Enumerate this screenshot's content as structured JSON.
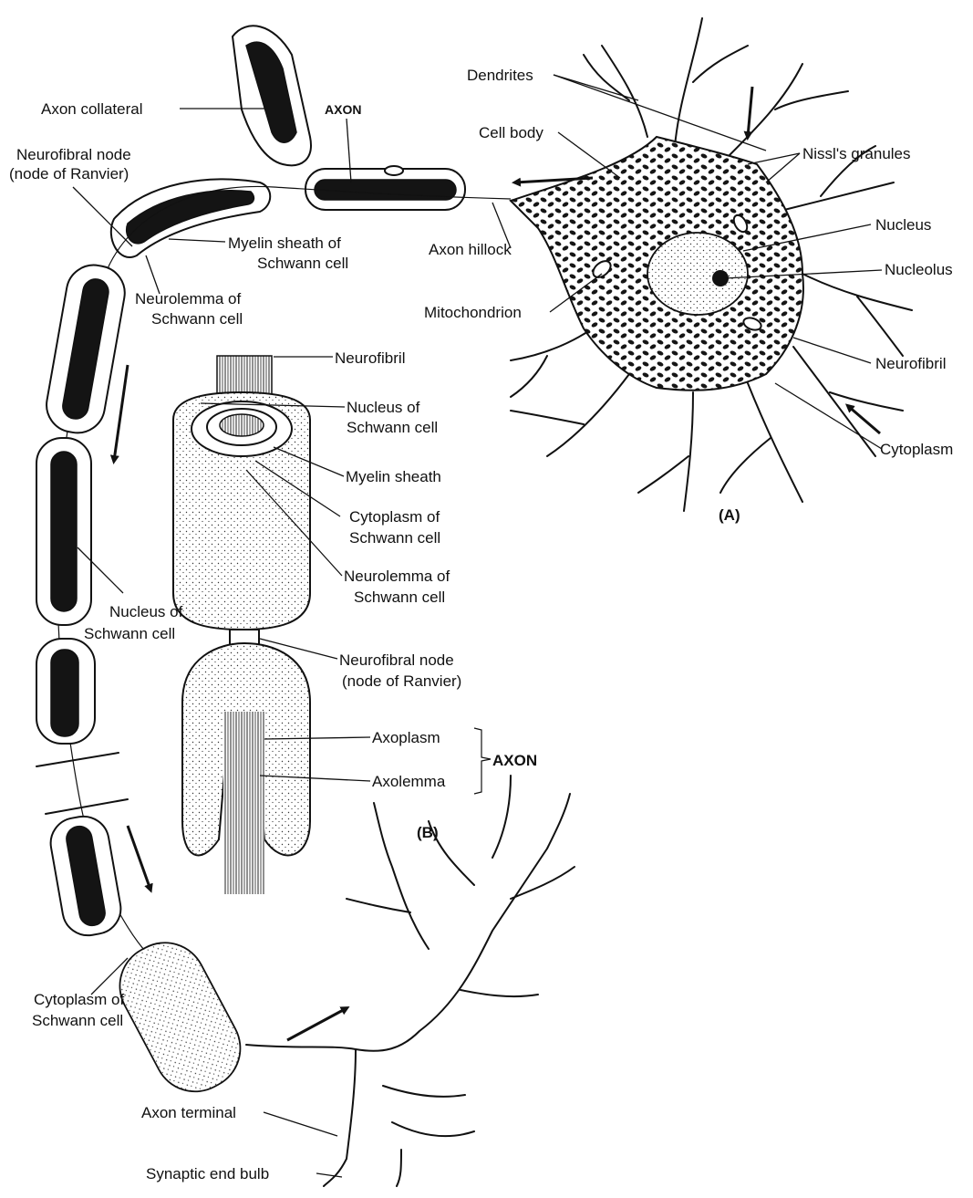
{
  "labels": {
    "dendrites": "Dendrites",
    "axon_collateral": "Axon collateral",
    "axon_top": "AXON",
    "cell_body": "Cell body",
    "nissls_granules": "Nissl's  granules",
    "neurofibral_node_a1": "Neurofibral node",
    "neurofibral_node_a2": "(node of Ranvier)",
    "nucleus": "Nucleus",
    "myelin_sheath_a1": "Myelin sheath of",
    "myelin_sheath_a2": "Schwann cell",
    "axon_hillock": "Axon hillock",
    "nucleolus": "Nucleolus",
    "neurolemma_a1": "Neurolemma  of",
    "neurolemma_a2": "Schwann cell",
    "mitochondrion": "Mitochondrion",
    "neurofibril_a": "Neurofibril",
    "neurofibril_b": "Neurofibril",
    "nucleus_schwann_b1": "Nucleus of",
    "nucleus_schwann_b2": "Schwann cell",
    "cytoplasm_a": "Cytoplasm",
    "myelin_sheath_b": "Myelin sheath",
    "cytoplasm_schwann_b1": "Cytoplasm of",
    "cytoplasm_schwann_b2": "Schwann cell",
    "panel_a": "(A)",
    "neurolemma_b1": "Neurolemma of",
    "neurolemma_b2": "Schwann cell",
    "nucleus_schwann_left1": "Nucleus of",
    "nucleus_schwann_left2": "Schwann cell",
    "neurofibral_node_b1": "Neurofibral node",
    "neurofibral_node_b2": "(node of Ranvier)",
    "axoplasm": "Axoplasm",
    "axon_brace": "AXON",
    "axolemma": "Axolemma",
    "panel_b": "(B)",
    "cytoplasm_schwann_left1": "Cytoplasm of",
    "cytoplasm_schwann_left2": "Schwann cell",
    "axon_terminal": "Axon terminal",
    "synaptic_end_bulb": "Synaptic end bulb"
  }
}
